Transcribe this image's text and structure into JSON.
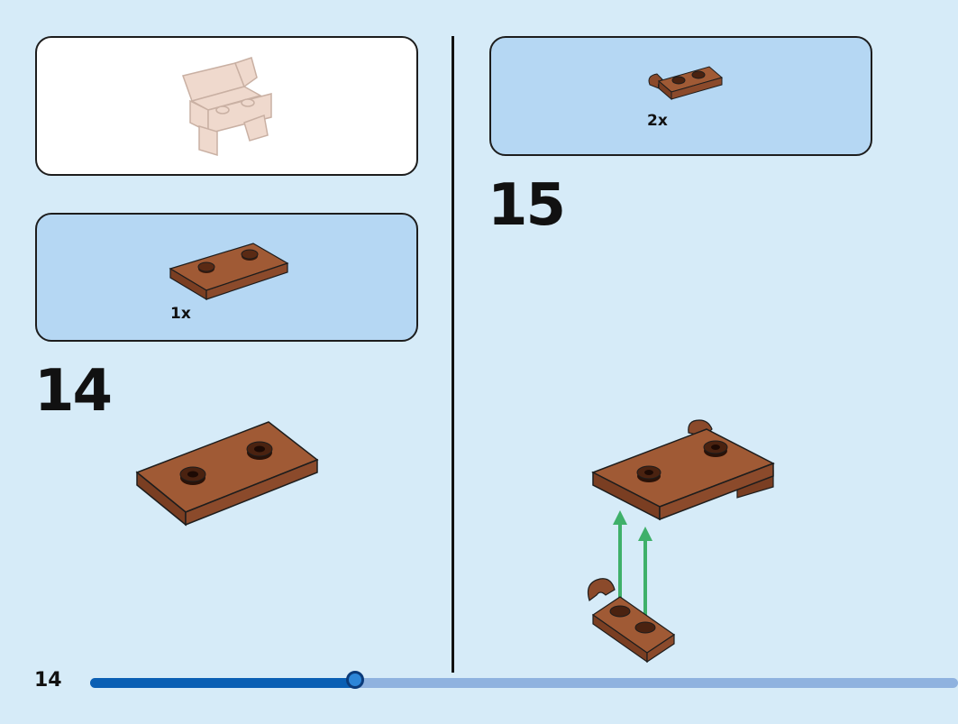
{
  "page": {
    "number": "14"
  },
  "progress": {
    "fraction": 0.305
  },
  "steps": [
    {
      "number": "14",
      "parts": [
        {
          "qty": "1x",
          "name": "brown-plate-1x2"
        }
      ]
    },
    {
      "number": "15",
      "parts": [
        {
          "qty": "2x",
          "name": "brown-plate-clip"
        }
      ]
    }
  ],
  "colors": {
    "background": "#d6ebf8",
    "callout": "#b5d7f3",
    "brick": "#8b4a2b",
    "arrow": "#3fb06a",
    "progress": "#0a5fb4"
  }
}
